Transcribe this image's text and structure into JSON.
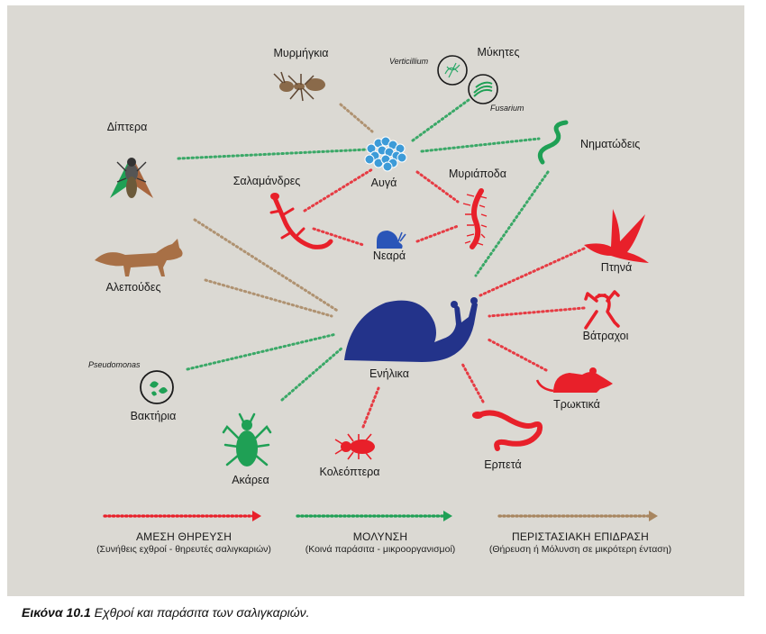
{
  "organisms": {
    "ants": "Μυρμήγκια",
    "fungi": "Μύκητες",
    "verticillium": "Verticillium",
    "fusarium": "Fusarium",
    "diptera": "Δίπτερα",
    "nematodes": "Νηματώδεις",
    "salamanders": "Σαλαμάνδρες",
    "eggs": "Αυγά",
    "myriapods": "Μυριάποδα",
    "juveniles": "Νεαρά",
    "foxes": "Αλεπούδες",
    "birds": "Πτηνά",
    "frogs": "Βάτραχοι",
    "adults": "Ενήλικα",
    "pseudomonas": "Pseudomonas",
    "bacteria": "Βακτήρια",
    "rodents": "Τρωκτικά",
    "mites": "Ακάρεα",
    "beetles": "Κολεόπτερα",
    "reptiles": "Ερπετά"
  },
  "legend": [
    {
      "title": "ΑΜΕΣΗ ΘΗΡΕΥΣΗ",
      "subtitle": "(Συνήθεις  εχθροί - θηρευτές σαλιγκαριών)",
      "color": "#e8202a"
    },
    {
      "title": "ΜΟΛΥΝΣΗ",
      "subtitle": "(Κοινά παράσιτα - μικροοργανισμοί)",
      "color": "#1fa055"
    },
    {
      "title": "ΠΕΡΙΣΤΑΣΙΑΚΗ ΕΠΙΔΡΑΣΗ",
      "subtitle": "(Θήρευση ή Μόλυνση σε μικρότερη ένταση)",
      "color": "#a88660"
    }
  ],
  "caption": {
    "label": "Εικόνα 10.1",
    "text": " Εχθροί και παράσιτα των σαλιγκαριών."
  },
  "colors": {
    "red": "#e8202a",
    "green": "#1fa055",
    "brown": "#a88660",
    "snail": "#23338a",
    "egg": "#3d9bd8",
    "background": "#dbd9d3"
  }
}
